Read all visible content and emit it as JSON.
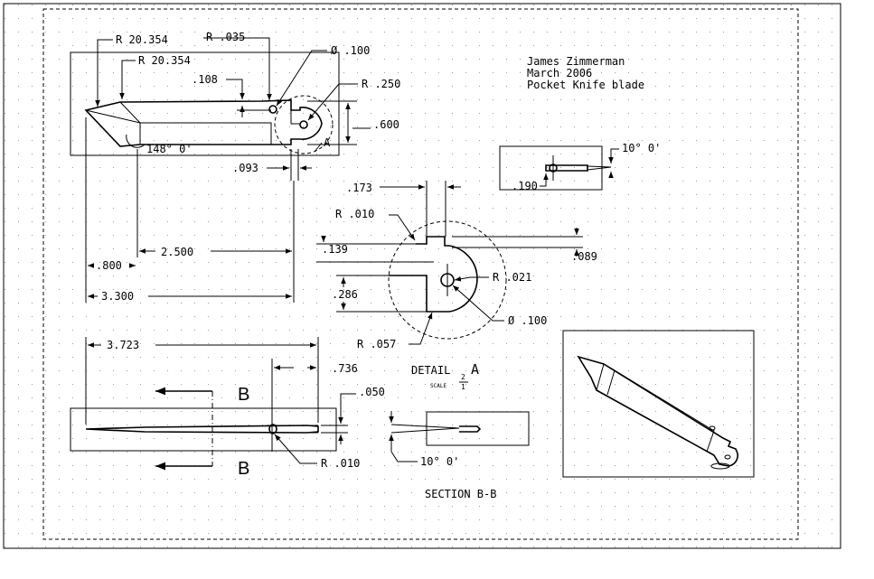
{
  "title_block": {
    "author": "James Zimmerman",
    "date": "March 2006",
    "part": "Pocket Knife blade"
  },
  "main_view": {
    "radius_1": "R 20.354",
    "radius_2": "R 20.354",
    "radius_3": "R .035",
    "hole_dia": "Ø .100",
    "dim_108": ".108",
    "radius_250": "R .250",
    "dim_600": ".600",
    "angle": "148° 0'",
    "detail_tag": "A",
    "dim_093": ".093",
    "dim_2500": "2.500",
    "dim_800": ".800",
    "dim_3300": "3.300"
  },
  "side_view": {
    "angle": "10° 0'",
    "dim_190": ".190"
  },
  "detail_view": {
    "dim_173": ".173",
    "radius_010": "R .010",
    "dim_139": ".139",
    "dim_089": ".089",
    "radius_021": "R .021",
    "dim_286": ".286",
    "hole_dia": "Ø .100",
    "radius_057": "R .057",
    "label": "DETAIL",
    "label_letter": "A",
    "scale_word": "SCALE",
    "scale_num": "2",
    "scale_den": "1"
  },
  "section_view": {
    "dim_3723": "3.723",
    "dim_736": ".736",
    "dim_050": ".050",
    "radius_010": "R .010",
    "cut_letter_top": "B",
    "cut_letter_bottom": "B",
    "tip_angle": "10° 0'",
    "label": "SECTION B-B"
  }
}
